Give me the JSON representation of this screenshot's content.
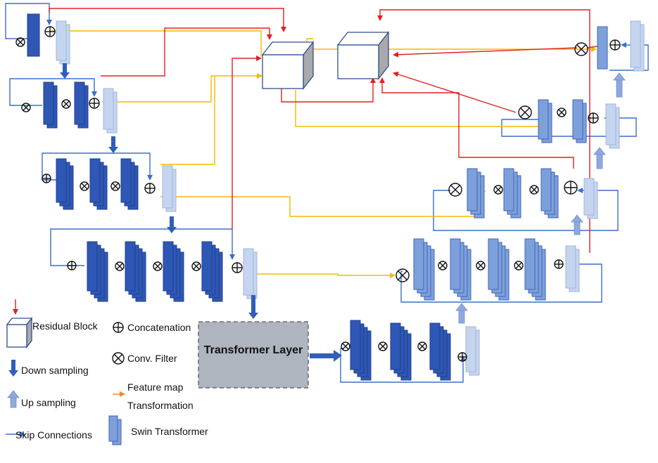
{
  "diagram": {
    "transformer_layer_label": "Transformer Layer",
    "colors": {
      "residual_arrow": "#e02020",
      "feature_transform": "#f5b800",
      "skip_connection": "#3c6fc9",
      "encoder_block_fill": "#2f57b5",
      "encoder_block_stroke": "#1e3f8f",
      "decoder_block_fill": "#7ea0da",
      "decoder_block_stroke": "#3d66b8",
      "swin_fill": "#c6d5ef",
      "down_arrow": "#2f5fb8",
      "up_arrow": "#8eaadb",
      "transformer_fill": "#aeb5bf",
      "transformer_stroke": "#6a6a6a",
      "legend_orange": "#f28b1e"
    }
  },
  "legend": {
    "residual_block": "Residual Block",
    "down_sampling": "Down sampling",
    "up_sampling": "Up sampling",
    "skip_connections": "Skip Connections",
    "concatenation": "Concatenation",
    "conv_filter": "Conv. Filter",
    "feature_map_line1": "Feature map",
    "feature_map_line2": "Transformation",
    "swin_transformer": "Swin Transformer"
  }
}
